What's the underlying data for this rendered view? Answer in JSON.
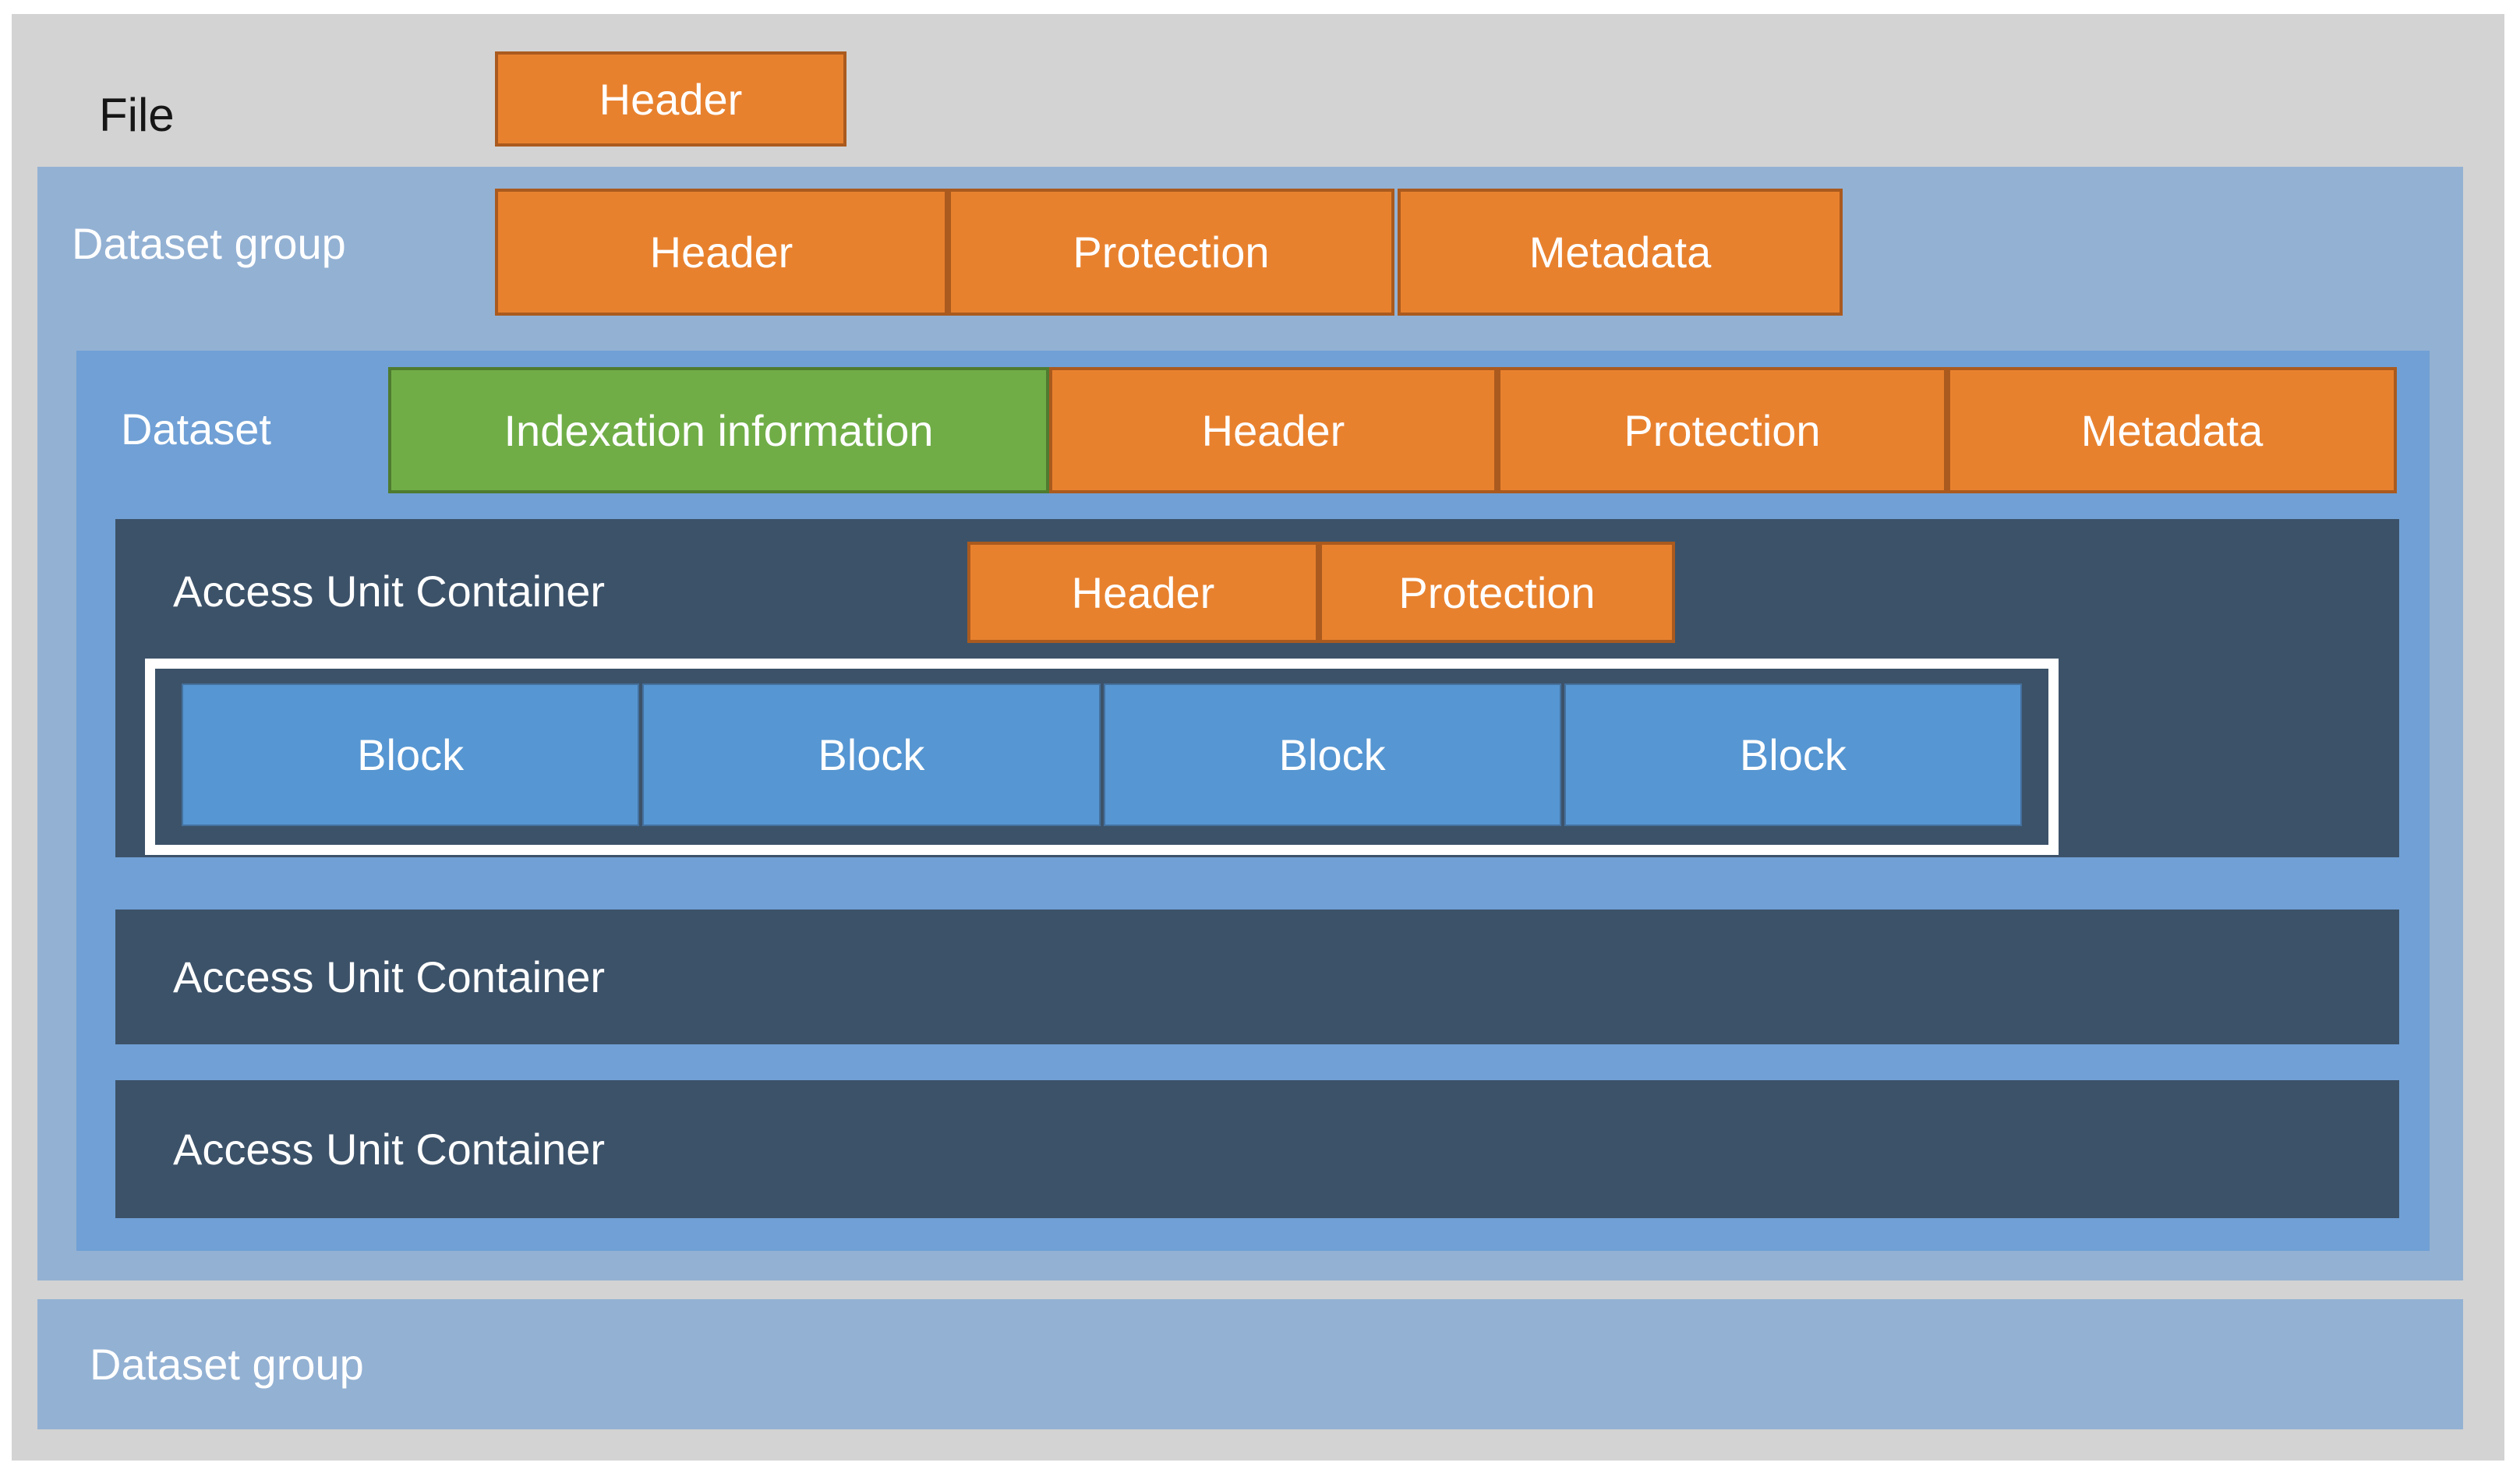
{
  "palette": {
    "page_bg": "#ffffff",
    "file_bg": "#d3d3d3",
    "dataset_group_bg": "#93b1d3",
    "dataset_bg": "#70a0d5",
    "access_unit_container_bg": "#3c5269",
    "block_bg": "#5696d2",
    "orange_fill": "#e8812e",
    "orange_border": "#aa5a1e",
    "green_fill": "#70ad47",
    "green_border": "#4f7b30",
    "block_frame_border": "#ffffff",
    "file_text": "#161616",
    "label_text": "#ffffff"
  },
  "file": {
    "label": "File",
    "header": {
      "label": "Header"
    }
  },
  "dataset_group": {
    "label": "Dataset group",
    "boxes": [
      {
        "label": "Header"
      },
      {
        "label": "Protection"
      },
      {
        "label": "Metadata"
      }
    ]
  },
  "dataset": {
    "label": "Dataset",
    "boxes": [
      {
        "label": "Indexation information"
      },
      {
        "label": "Header"
      },
      {
        "label": "Protection"
      },
      {
        "label": "Metadata"
      }
    ]
  },
  "access_unit_container_1": {
    "label": "Access Unit Container",
    "boxes": [
      {
        "label": "Header"
      },
      {
        "label": "Protection"
      }
    ],
    "blocks": [
      {
        "label": "Block"
      },
      {
        "label": "Block"
      },
      {
        "label": "Block"
      },
      {
        "label": "Block"
      }
    ]
  },
  "access_unit_container_2": {
    "label": "Access Unit Container"
  },
  "access_unit_container_3": {
    "label": "Access Unit Container"
  },
  "dataset_group_bottom": {
    "label": "Dataset group"
  }
}
